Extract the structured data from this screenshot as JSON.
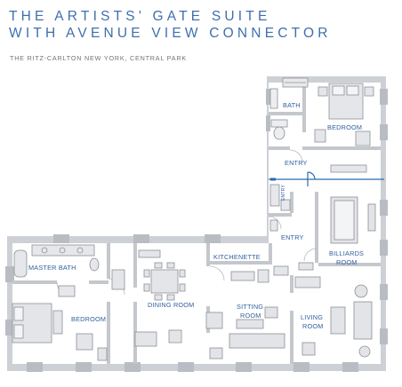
{
  "title_lines": [
    "THE ARTISTS' GATE SUITE",
    "WITH AVENUE VIEW CONNECTOR"
  ],
  "subtitle": "THE RITZ-CARLTON NEW YORK, CENTRAL PARK",
  "rooms": {
    "bath": "BATH",
    "bedroom_upper": "BEDROOM",
    "entry_upper": "ENTRY",
    "entry_vertical": "ENTRY",
    "entry_lower": "ENTRY",
    "kitchenette": "KITCHENETTE",
    "billiards": [
      "BILLIARDS",
      "ROOM"
    ],
    "master_bath": "MASTER BATH",
    "bedroom_lower": "BEDROOM",
    "dining": "DINING ROOM",
    "sitting": [
      "SITTING",
      "ROOM"
    ],
    "living": [
      "LIVING",
      "ROOM"
    ]
  },
  "colors": {
    "title": "#3f6fae",
    "labels": "#2f5f9e",
    "connector": "#2a6ab0",
    "wall": "#c9ccd1",
    "wall_dark": "#aeb2b8",
    "furniture": "#8d9096"
  }
}
